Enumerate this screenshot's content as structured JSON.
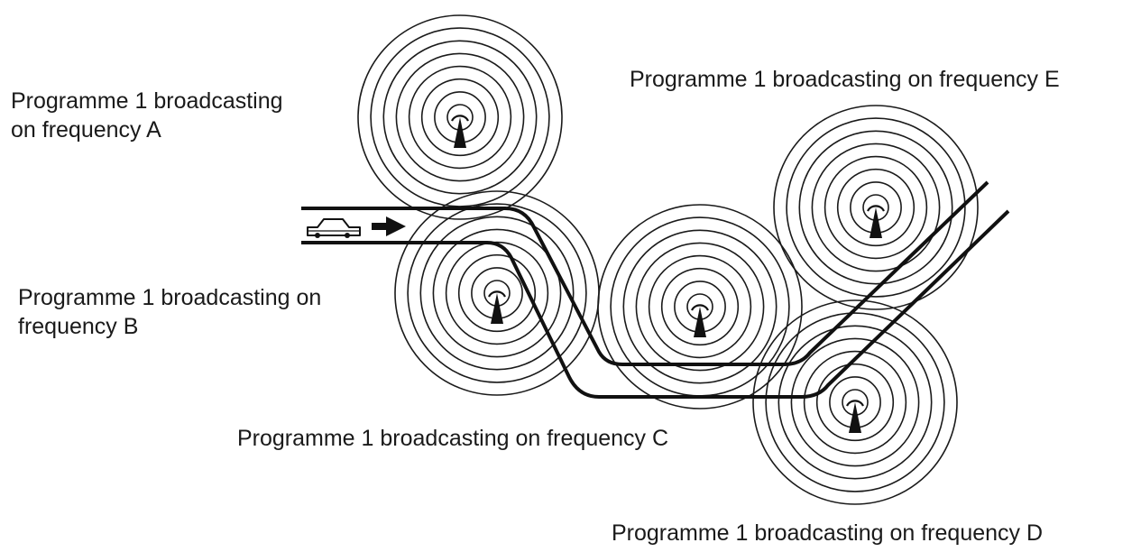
{
  "labels": {
    "transmitter_a": "Programme 1  broadcasting\non frequency A",
    "transmitter_b": "Programme 1 broadcasting on\nfrequency B",
    "transmitter_c": "Programme 1 broadcasting on frequency C",
    "transmitter_d": "Programme 1 broadcasting on frequency D",
    "transmitter_e": "Programme 1 broadcasting on frequency E"
  },
  "colors": {
    "ink": "#111111",
    "background": "#ffffff"
  },
  "icons": {
    "vehicle": "car-icon",
    "direction": "arrow-right-icon",
    "transmitter": "transmitter-mast-icon"
  }
}
